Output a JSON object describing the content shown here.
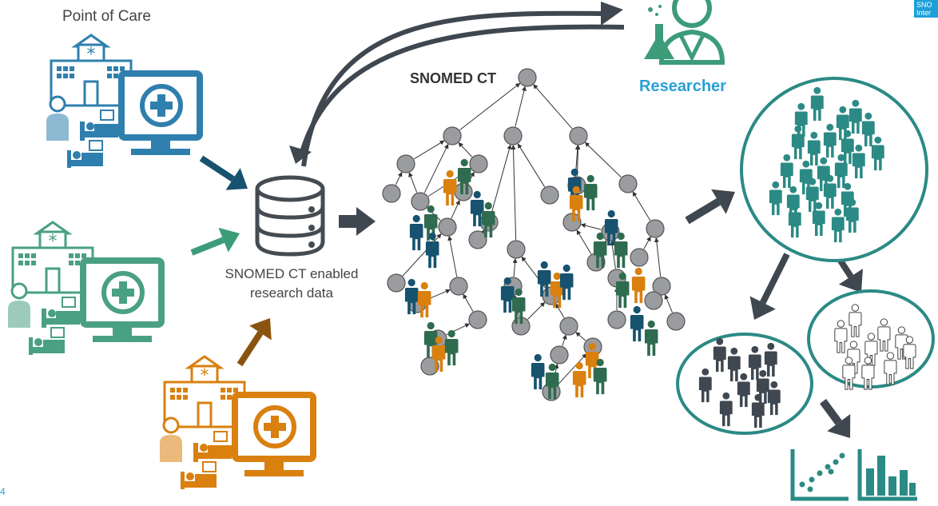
{
  "labels": {
    "point_of_care": "Point of Care",
    "snomed_ct": "SNOMED CT",
    "researcher": "Researcher",
    "db_caption_line1": "SNOMED CT enabled",
    "db_caption_line2": "research data",
    "page_number": "4",
    "brand_line1": "SNO",
    "brand_line2": "Inter"
  },
  "colors": {
    "navy": "#17526f",
    "teal": "#2b8a85",
    "sea_green": "#3c9c7a",
    "amber": "#d9800f",
    "dark_grey": "#3f4750",
    "node_grey": "#9a9ca0",
    "researcher_blue": "#2a9fd6",
    "care_site_blue": "#2f7fae",
    "care_site_green": "#4aa083",
    "care_site_orange": "#d9800f"
  },
  "care_sites": [
    {
      "name": "blue care site",
      "color_key": "care_site_blue"
    },
    {
      "name": "green care site",
      "color_key": "care_site_green"
    },
    {
      "name": "orange care site",
      "color_key": "care_site_orange"
    }
  ],
  "icons": [
    "hospital-icon",
    "monitor-plus-icon",
    "patient-icon",
    "bed-icon",
    "database-icon",
    "researcher-icon",
    "scatter-chart-icon",
    "bar-chart-icon"
  ]
}
